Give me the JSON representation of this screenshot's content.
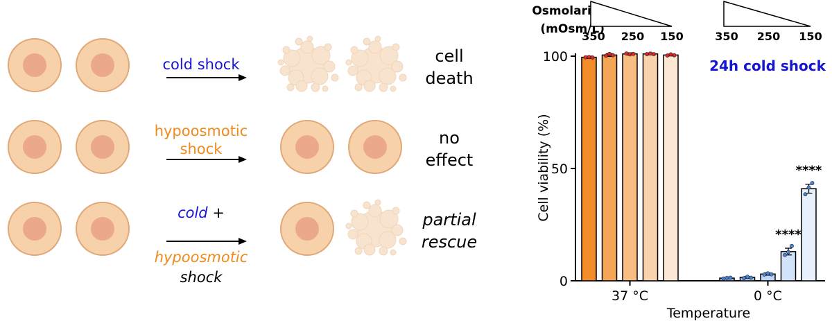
{
  "schematic": {
    "rows": [
      {
        "treatment": {
          "parts": [
            {
              "text": "cold shock",
              "color": "#1515d4",
              "italic": false
            }
          ]
        },
        "outcome": [
          "cell",
          "death"
        ],
        "outcome_italic": false
      },
      {
        "treatment": {
          "parts": [
            {
              "text": "hypoosmotic",
              "color": "#ef8a1d",
              "italic": false
            },
            {
              "text": "shock",
              "color": "#ef8a1d",
              "italic": false
            }
          ]
        },
        "outcome": [
          "no",
          "effect"
        ],
        "outcome_italic": false
      },
      {
        "treatment": {
          "parts": [
            {
              "text": "cold",
              "color": "#1515d4",
              "italic": true
            },
            {
              "text": " +",
              "color": "#000000",
              "italic": false
            },
            {
              "text": "hypoosmotic",
              "color": "#ef8a1d",
              "italic": true
            },
            {
              "text": "shock",
              "color": "#000000",
              "italic": true
            }
          ]
        },
        "outcome": [
          "partial",
          "rescue"
        ],
        "outcome_italic": true
      }
    ],
    "colors": {
      "cell_fill": "#f7d1aa",
      "cell_stroke": "#e0a878",
      "nucleus": "#eba88a",
      "debris": "#f8e2cd"
    }
  },
  "osmolarity_label": [
    "Osmolarity",
    "(mOsm/L)"
  ],
  "chart_data": {
    "type": "bar",
    "title": "24h cold shock",
    "title_color": "#1515d4",
    "xlabel": "Temperature",
    "ylabel": "Cell viability (%)",
    "ylim": [
      0,
      100
    ],
    "yticks": [
      0,
      50,
      100
    ],
    "osmolarity_ticks": [
      "350",
      "250",
      "150"
    ],
    "groups": [
      {
        "name": "37 °C",
        "osmolarity": [
          350,
          300,
          250,
          200,
          150
        ],
        "values": [
          99.5,
          100.5,
          101,
          101,
          100.5
        ],
        "errors": [
          0.5,
          0.6,
          0.5,
          0.4,
          0.4
        ],
        "points": [
          [
            99.5,
            99.6,
            99.4
          ],
          [
            100.2,
            101.0,
            100.4
          ],
          [
            101.2,
            100.8,
            101.0
          ],
          [
            100.9,
            101.2,
            100.9
          ],
          [
            100.3,
            100.8,
            100.4
          ]
        ],
        "colors": [
          "#f28c28",
          "#f5a556",
          "#f7bd83",
          "#f9d3ad",
          "#fce8d5"
        ],
        "point_color": "#e0262a"
      },
      {
        "name": "0 °C",
        "osmolarity": [
          350,
          300,
          250,
          200,
          150
        ],
        "values": [
          1.2,
          1.5,
          3.0,
          13.0,
          41.0
        ],
        "errors": [
          0.3,
          0.4,
          0.5,
          1.5,
          2.0
        ],
        "points": [
          [
            1.0,
            1.3,
            1.4
          ],
          [
            1.2,
            1.8,
            1.4
          ],
          [
            2.8,
            3.3,
            2.9
          ],
          [
            11.5,
            12.8,
            15.5
          ],
          [
            38.5,
            41.5,
            43.5
          ]
        ],
        "colors": [
          "#8fb4e8",
          "#a7c5ef",
          "#bfd5f4",
          "#d3e3f9",
          "#e8f0fc"
        ],
        "point_color": "#4a82d4"
      }
    ],
    "annotations": [
      {
        "group": 1,
        "bar": 3,
        "text": "****"
      },
      {
        "group": 1,
        "bar": 4,
        "text": "****"
      }
    ]
  }
}
